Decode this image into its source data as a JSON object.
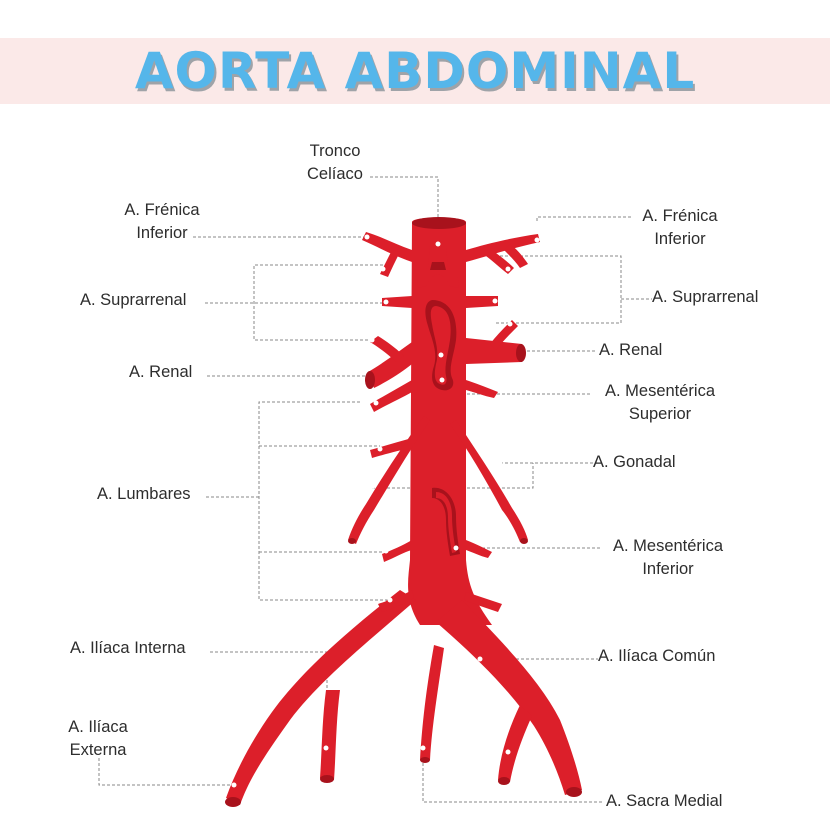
{
  "title": "AORTA ABDOMINAL",
  "colors": {
    "artery": "#dc1f2a",
    "artery_dark": "#a8121c",
    "title": "#55b6ea",
    "band": "#fbe9e8"
  },
  "labels": {
    "tronco_celiaco": [
      "Tronco",
      "Celíaco"
    ],
    "frenica_left": [
      "A. Frénica",
      "Inferior"
    ],
    "frenica_right": [
      "A. Frénica",
      "Inferior"
    ],
    "suprarrenal_left": "A. Suprarrenal",
    "suprarrenal_right": "A. Suprarrenal",
    "renal_left": "A. Renal",
    "renal_right": "A. Renal",
    "mesenterica_superior": [
      "A. Mesentérica",
      "Superior"
    ],
    "lumbares": "A. Lumbares",
    "gonadal": "A. Gonadal",
    "mesenterica_inferior": [
      "A. Mesentérica",
      "Inferior"
    ],
    "iliaca_interna": "A. Ilíaca Interna",
    "iliaca_comun": "A. Ilíaca Común",
    "iliaca_externa": [
      "A. Ilíaca",
      "Externa"
    ],
    "sacra_medial": "A. Sacra Medial"
  }
}
